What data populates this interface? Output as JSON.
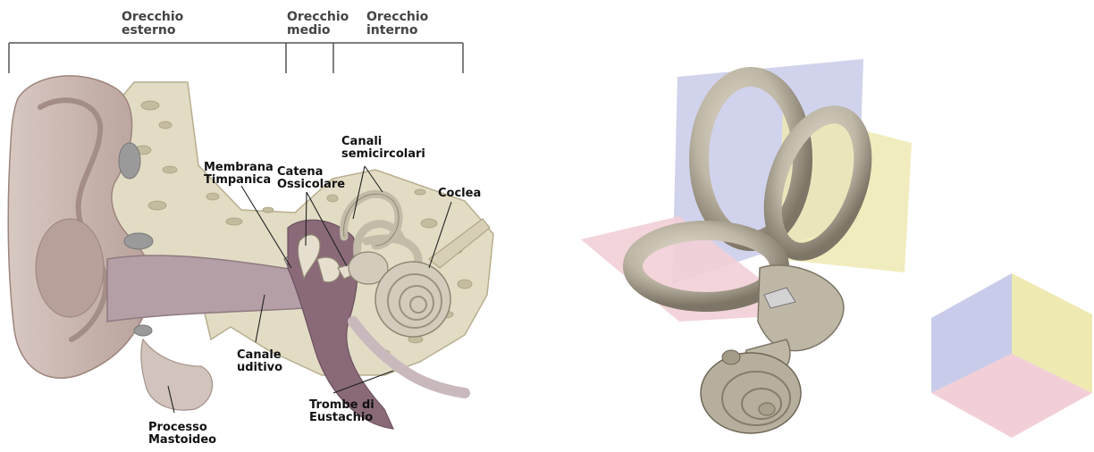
{
  "header": {
    "outer_ear": [
      "Orecchio",
      "esterno"
    ],
    "middle_ear": [
      "Orecchio",
      "medio"
    ],
    "inner_ear": [
      "Orecchio",
      "interno"
    ]
  },
  "labels": {
    "tympanic_membrane": [
      "Membrana",
      "Timpanica"
    ],
    "ossicular_chain": [
      "Catena",
      "Ossicolare"
    ],
    "semicircular_canals": [
      "Canali",
      "semicircolari"
    ],
    "cochlea": [
      "Coclea"
    ],
    "ear_canal": [
      "Canale",
      "uditivo"
    ],
    "eustachian_tube": [
      "Trombe di",
      "Eustachio"
    ],
    "mastoid_process": [
      "Processo",
      "Mastoideo"
    ]
  },
  "colors": {
    "skin": "#c8b4ae",
    "skin_dark": "#a89089",
    "bone": "#e2dcc4",
    "bone_dark": "#c9c1a4",
    "canal_interior": "#b59fa7",
    "middle_ear_cavity": "#8a6a78",
    "inner_ear_bone": "#cfc8bc",
    "bracket": "#555555",
    "plane_blue": "#c9cbea",
    "plane_yellow": "#efe9b2",
    "plane_pink": "#f2cfd6",
    "labyrinth": "#bfb7a6",
    "labyrinth_dark": "#7d7566"
  }
}
